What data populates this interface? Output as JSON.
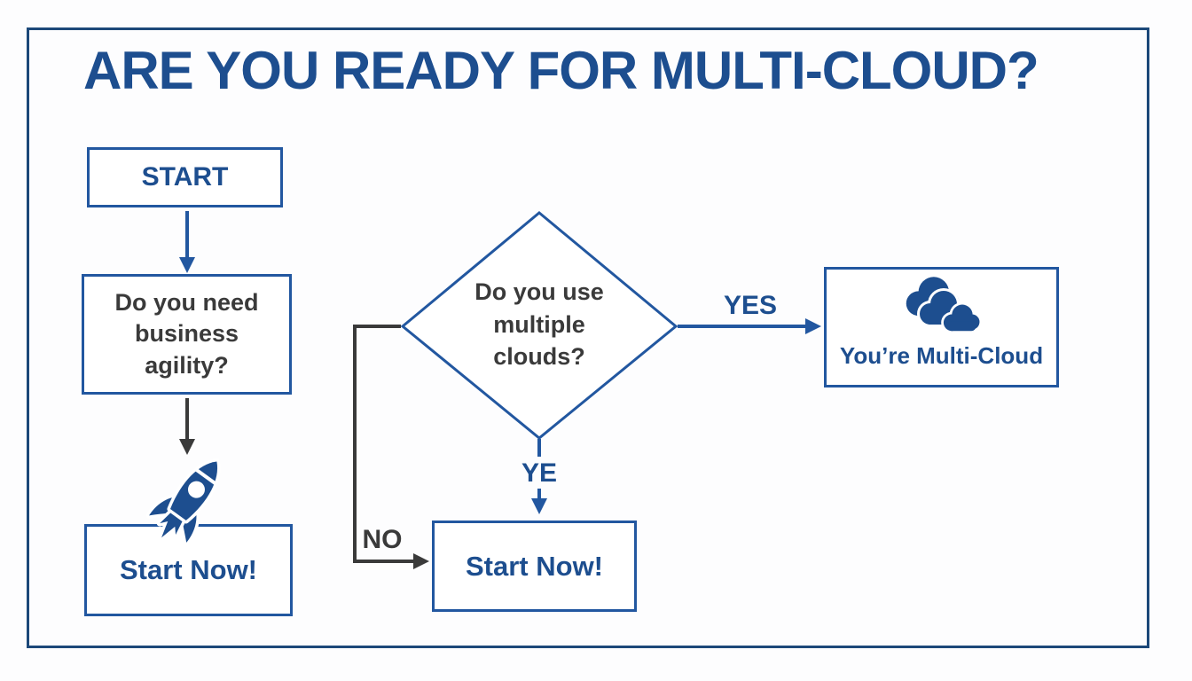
{
  "title": "ARE YOU READY FOR MULTI-CLOUD?",
  "colors": {
    "text_blue": "#1d4e8f",
    "border_blue": "#2257a0",
    "frame_blue": "#1c4879",
    "dark_gray": "#3a3a3a"
  },
  "nodes": {
    "start": {
      "label": "START"
    },
    "agility_question": {
      "label": "Do you need\nbusiness\nagility?"
    },
    "start_now_left": {
      "label": "Start Now!"
    },
    "clouds_question": {
      "label": "Do you use\nmultiple\nclouds?"
    },
    "start_now_middle": {
      "label": "Start Now!"
    },
    "multi_cloud_result": {
      "label": "You’re Multi-Cloud"
    }
  },
  "edge_labels": {
    "yes": "YES",
    "yes_truncated": "YE",
    "no": "NO"
  },
  "icons": {
    "rocket": "rocket-icon",
    "clouds": "multi-cloud-icon"
  }
}
